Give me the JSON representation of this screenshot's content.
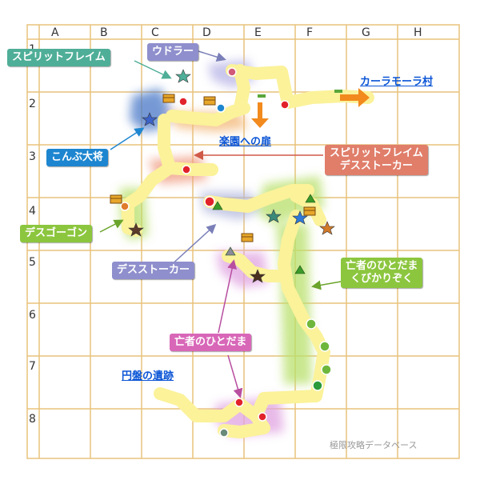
{
  "grid": {
    "columns": [
      "A",
      "B",
      "C",
      "D",
      "E",
      "F",
      "G",
      "H"
    ],
    "rows": [
      "1",
      "2",
      "3",
      "4",
      "5",
      "6",
      "7",
      "8"
    ]
  },
  "labels": {
    "spirit_flame": "スピリットフレイム",
    "udora": "ウドラー",
    "konbu": "こんぶ大将",
    "spirit_death_line1": "スピリットフレイム",
    "spirit_death_line2": "デスストーカー",
    "death_gorgon": "デスゴーゴン",
    "death_stalker": "デスストーカー",
    "boukon_hitodama_line1": "亡者のひとだま",
    "boukon_hitodama_line2": "くびかりぞく",
    "boukon_hitodama": "亡者のひとだま"
  },
  "places": {
    "karamora": "カーラモーラ村",
    "rakuen": "楽園への扉",
    "enban": "円盤の遺跡"
  },
  "watermark": "極限攻略データベース",
  "colors": {
    "grid_line": "#e8c27c",
    "path": "#fbf29a",
    "spirit_flame_label": "#4fae98",
    "udora_label": "#8f8fcd",
    "konbu_label": "#1e86d0",
    "spirit_death_label": "#e07e6a",
    "gorgon_label": "#8cc63f",
    "stalker_label": "#8f8fcd",
    "boukon_green_label": "#8cc63f",
    "boukon_pink_label": "#d867b8",
    "link_blue": "#0b55d6",
    "arrow_orange": "#f28a1d"
  }
}
